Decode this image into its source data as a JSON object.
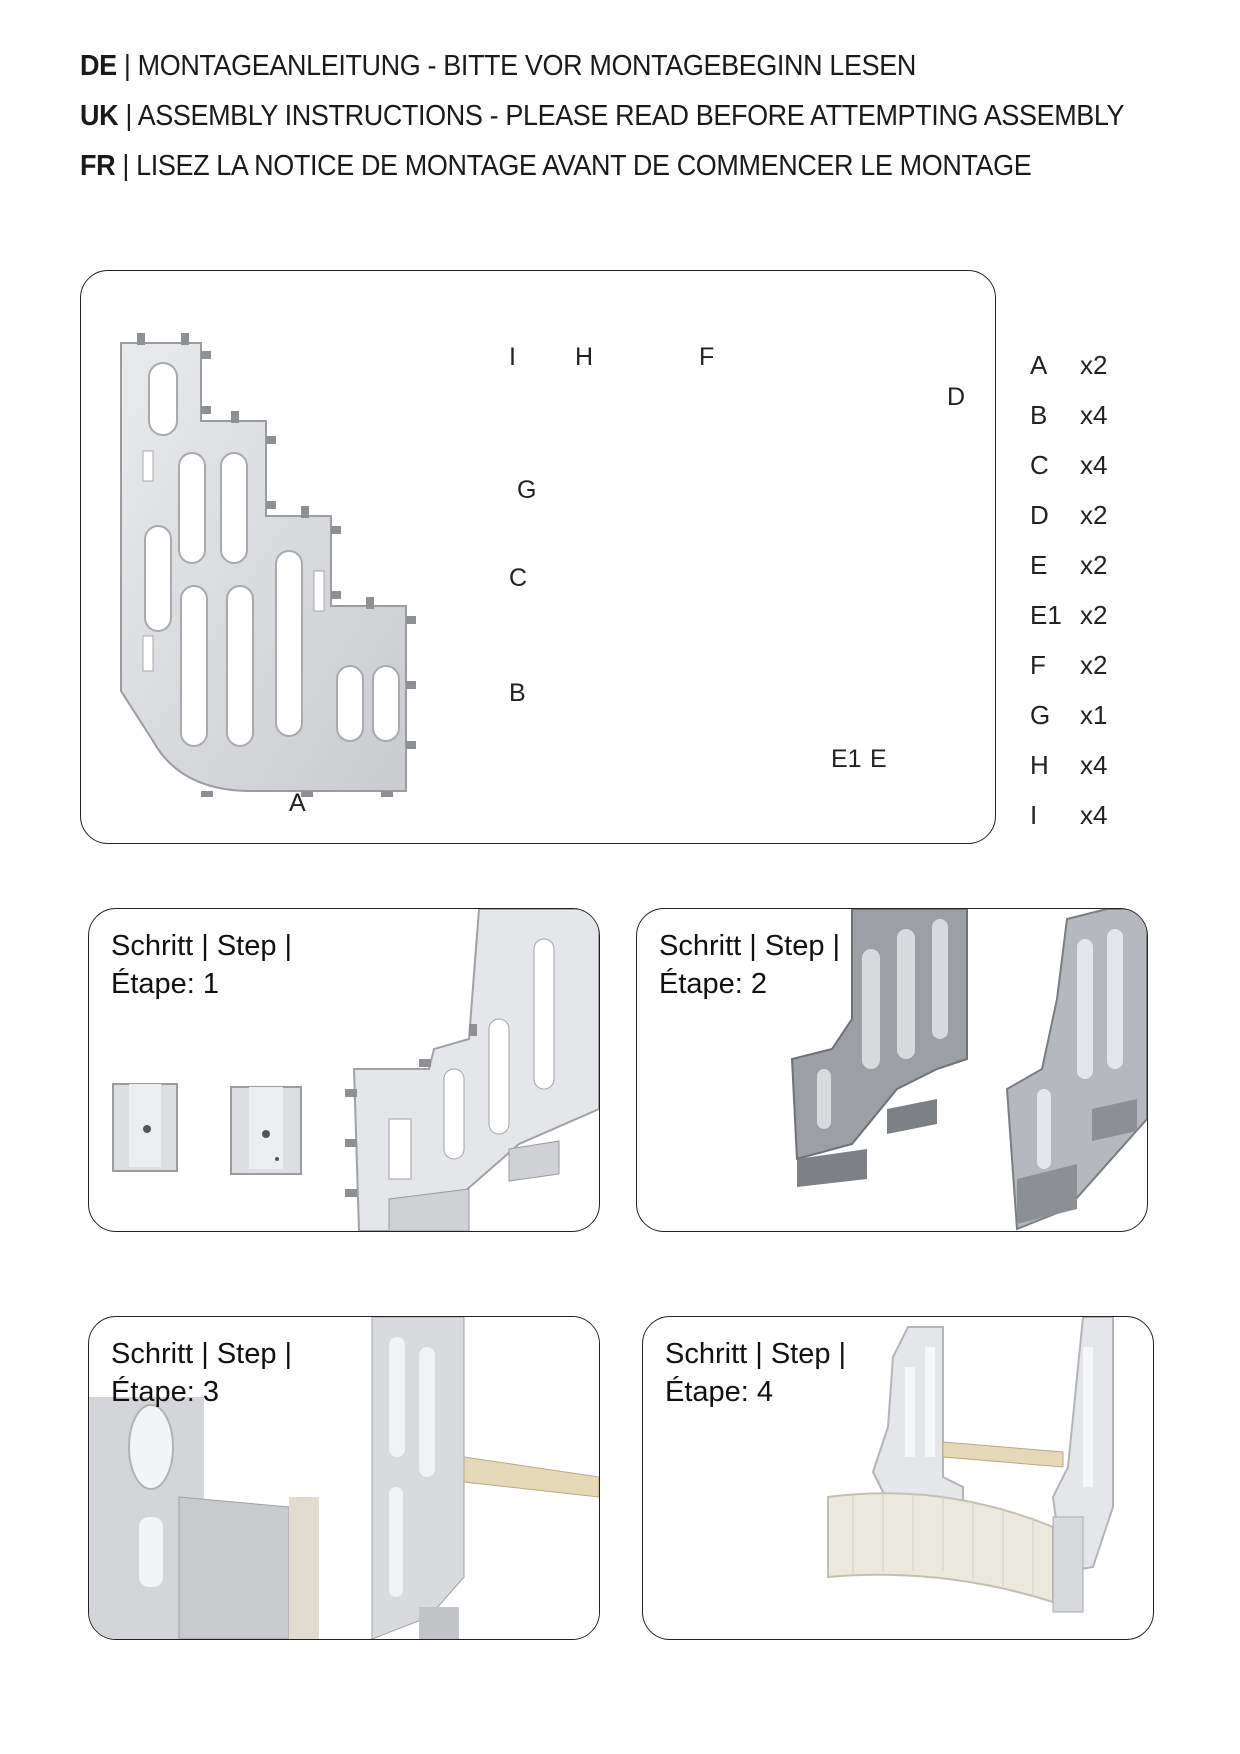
{
  "headings": [
    {
      "lang": "DE",
      "sep": " | ",
      "text": "MONTAGEANLEITUNG - BITTE  VOR MONTAGEBEGINN LESEN"
    },
    {
      "lang": "UK",
      "sep": " | ",
      "text": "ASSEMBLY INSTRUCTIONS - PLEASE READ BEFORE ATTEMPTING ASSEMBLY"
    },
    {
      "lang": "FR",
      "sep": " | ",
      "text": "LISEZ LA NOTICE DE MONTAGE AVANT DE COMMENCER LE MONTAGE"
    }
  ],
  "parts_panel": {
    "labels": {
      "A": "A",
      "B": "B",
      "C": "C",
      "D": "D",
      "E": "E",
      "E1": "E1",
      "F": "F",
      "G": "G",
      "H": "H",
      "I": "I"
    }
  },
  "parts_list": [
    {
      "code": "A",
      "qty": "x2"
    },
    {
      "code": "B",
      "qty": "x4"
    },
    {
      "code": "C",
      "qty": "x4"
    },
    {
      "code": "D",
      "qty": "x2"
    },
    {
      "code": "E",
      "qty": "x2"
    },
    {
      "code": "E1",
      "qty": "x2"
    },
    {
      "code": "F",
      "qty": "x2"
    },
    {
      "code": "G",
      "qty": "x1"
    },
    {
      "code": "H",
      "qty": "x4"
    },
    {
      "code": "I",
      "qty": "x4"
    }
  ],
  "steps": [
    {
      "line1": "Schritt | Step |",
      "line2": "Étape: 1"
    },
    {
      "line1": "Schritt | Step |",
      "line2": "Étape: 2"
    },
    {
      "line1": "Schritt | Step |",
      "line2": "Étape: 3"
    },
    {
      "line1": "Schritt | Step |",
      "line2": "Étape: 4"
    }
  ]
}
